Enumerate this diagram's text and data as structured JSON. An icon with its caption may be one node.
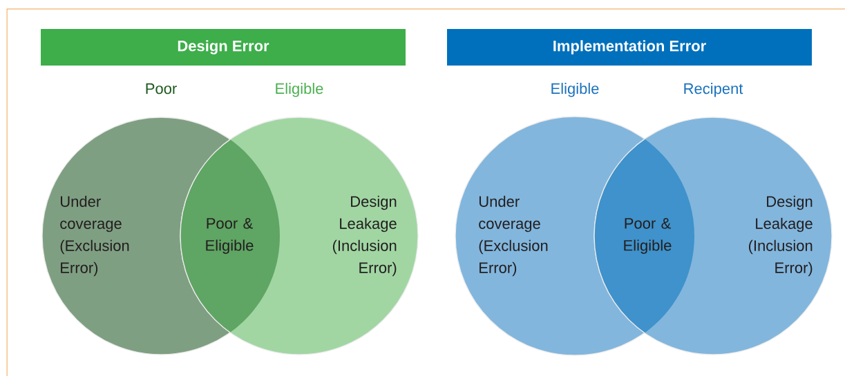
{
  "diagram": {
    "nodes": [
      {
        "text": [
          "Design Error"
        ]
      },
      {
        "text": [
          "Poor",
          "Under coverage (Exclusion Error)"
        ]
      },
      {
        "text": [
          "Eligible",
          "Design Leakage (Inclusion Error)"
        ]
      },
      {
        "text": [
          "Poor & Eligible"
        ]
      },
      {
        "text": [
          "Implementation Error"
        ]
      },
      {
        "text": [
          "Eligible",
          "Under coverage (Exclusion Error)"
        ]
      },
      {
        "text": [
          "Recipent",
          "Design Leakage (Inclusion Error)"
        ]
      },
      {
        "text": [
          "Poor & Eligible"
        ]
      }
    ]
  }
}
